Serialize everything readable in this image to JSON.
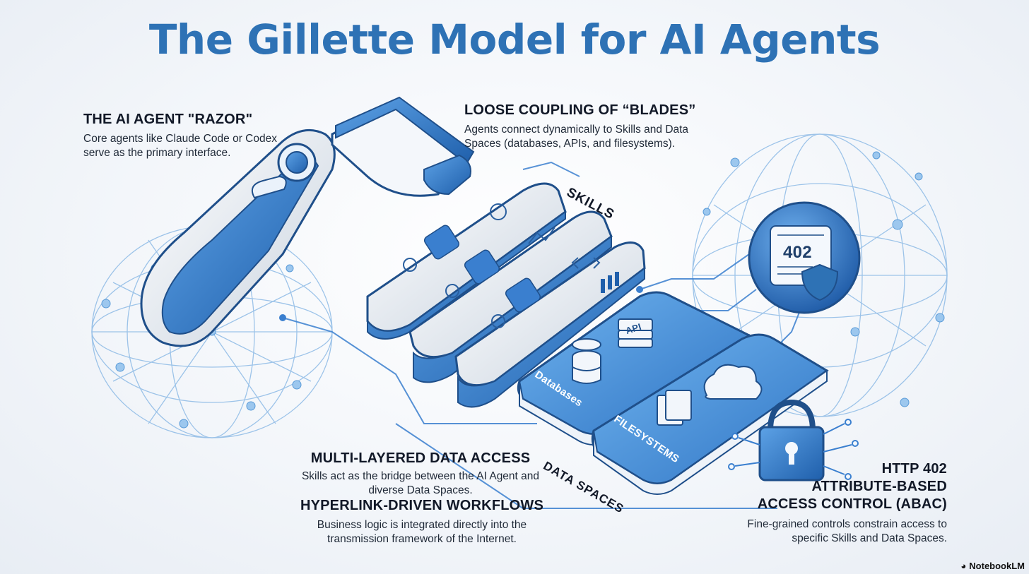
{
  "title": "The Gillette Model for AI Agents",
  "sections": {
    "razor": {
      "heading": "THE AI AGENT \"RAZOR\"",
      "body": "Core agents like Claude Code or Codex serve as the primary interface."
    },
    "blades": {
      "heading": "LOOSE COUPLING OF “BLADES”",
      "body": "Agents connect dynamically to Skills and Data Spaces (databases, APIs, and filesystems)."
    },
    "multilayer": {
      "heading": "MULTI-LAYERED DATA ACCESS",
      "body": "Skills act as the bridge between the AI Agent and diverse Data Spaces."
    },
    "hyperlink": {
      "heading": "HYPERLINK-DRIVEN WORKFLOWS",
      "body": "Business logic is integrated directly into the transmission framework of the Internet."
    },
    "abac": {
      "heading_lines": [
        "HTTP 402",
        "ATTRIBUTE-BASED",
        "ACCESS CONTROL (ABAC)"
      ],
      "body": "Fine-grained controls constrain access to specific Skills and Data Spaces."
    }
  },
  "labels": {
    "skills": "SKILLS",
    "data_spaces": "DATA SPACES",
    "databases": "Databases",
    "filesystems": "FILESYSTEMS",
    "api": "API",
    "http_code": "402"
  },
  "watermark": "NotebookLM",
  "icons": [
    "razor-icon",
    "skill-module-icon",
    "database-icon",
    "api-stack-icon",
    "cloud-icon",
    "folder-icon",
    "lock-icon",
    "shield-icon",
    "network-globe-icon"
  ],
  "colors": {
    "title": "#2e72b5",
    "accent": "#2a6fc0",
    "light_blue": "#7fb2e3"
  }
}
